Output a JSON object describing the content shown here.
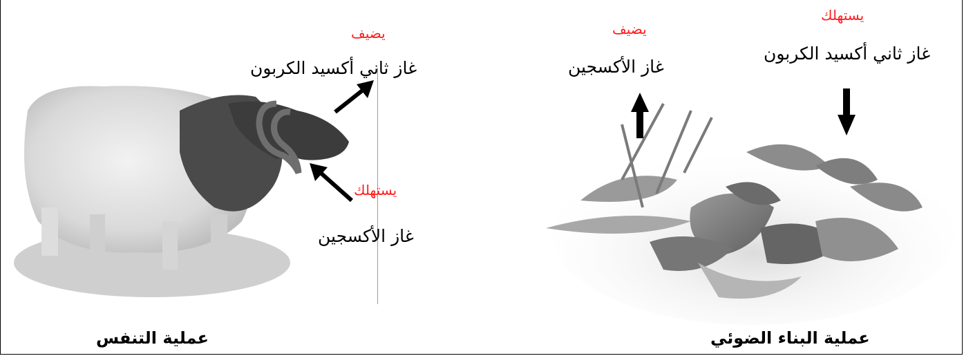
{
  "respiration": {
    "adds_label": "يضيف",
    "co2_label": "غاز ثاني أكسيد الكربون",
    "consumes_label": "يستهلك",
    "o2_label": "غاز الأكسجين",
    "title": "عملية التنفس"
  },
  "photosynthesis": {
    "consumes_label": "يستهلك",
    "co2_label": "غاز ثاني أكسيد الكربون",
    "adds_label": "يضيف",
    "o2_label": "غاز الأكسجين",
    "title": "عملية البناء الضوئي"
  },
  "colors": {
    "verb_red": "#ff1a1a",
    "text": "#000000"
  },
  "icons": [
    "sheep-image",
    "plant-image",
    "arrow-up-icon",
    "arrow-down-icon",
    "arrow-diagonal-icon"
  ]
}
